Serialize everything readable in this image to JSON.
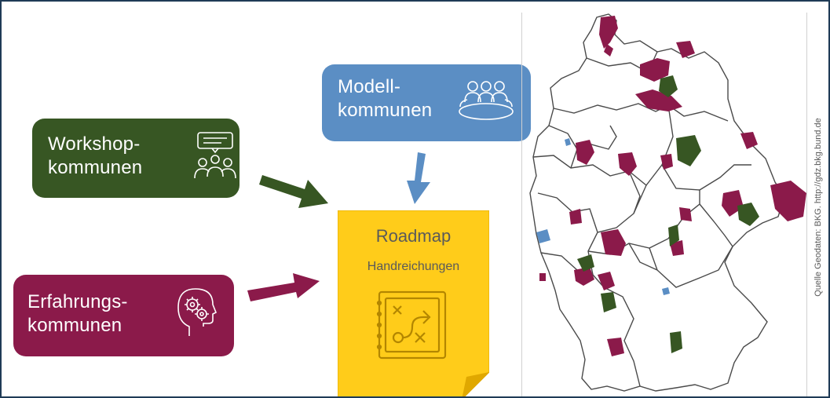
{
  "boxes": {
    "workshop": {
      "line1": "Workshop-",
      "line2": "kommunen",
      "color": "#375623",
      "icon": "presentation-group-icon"
    },
    "modell": {
      "line1": "Modell-",
      "line2": "kommunen",
      "color": "#5b8ec4",
      "icon": "meeting-table-icon"
    },
    "erfahrung": {
      "line1": "Erfahrungs-",
      "line2": "kommunen",
      "color": "#8b1a4a",
      "icon": "head-gears-icon"
    }
  },
  "roadmap": {
    "title": "Roadmap",
    "subtitle": "Handreichungen",
    "color": "#ffcc1a",
    "icon": "strategy-plan-icon"
  },
  "map": {
    "region": "germany-map",
    "legend_colors": {
      "workshop": "#375623",
      "modell": "#5b8ec4",
      "erfahrung": "#8b1a4a"
    }
  },
  "source_credit": "Quelle Geodaten: BKG. http://gdz.bkg.bund.de"
}
